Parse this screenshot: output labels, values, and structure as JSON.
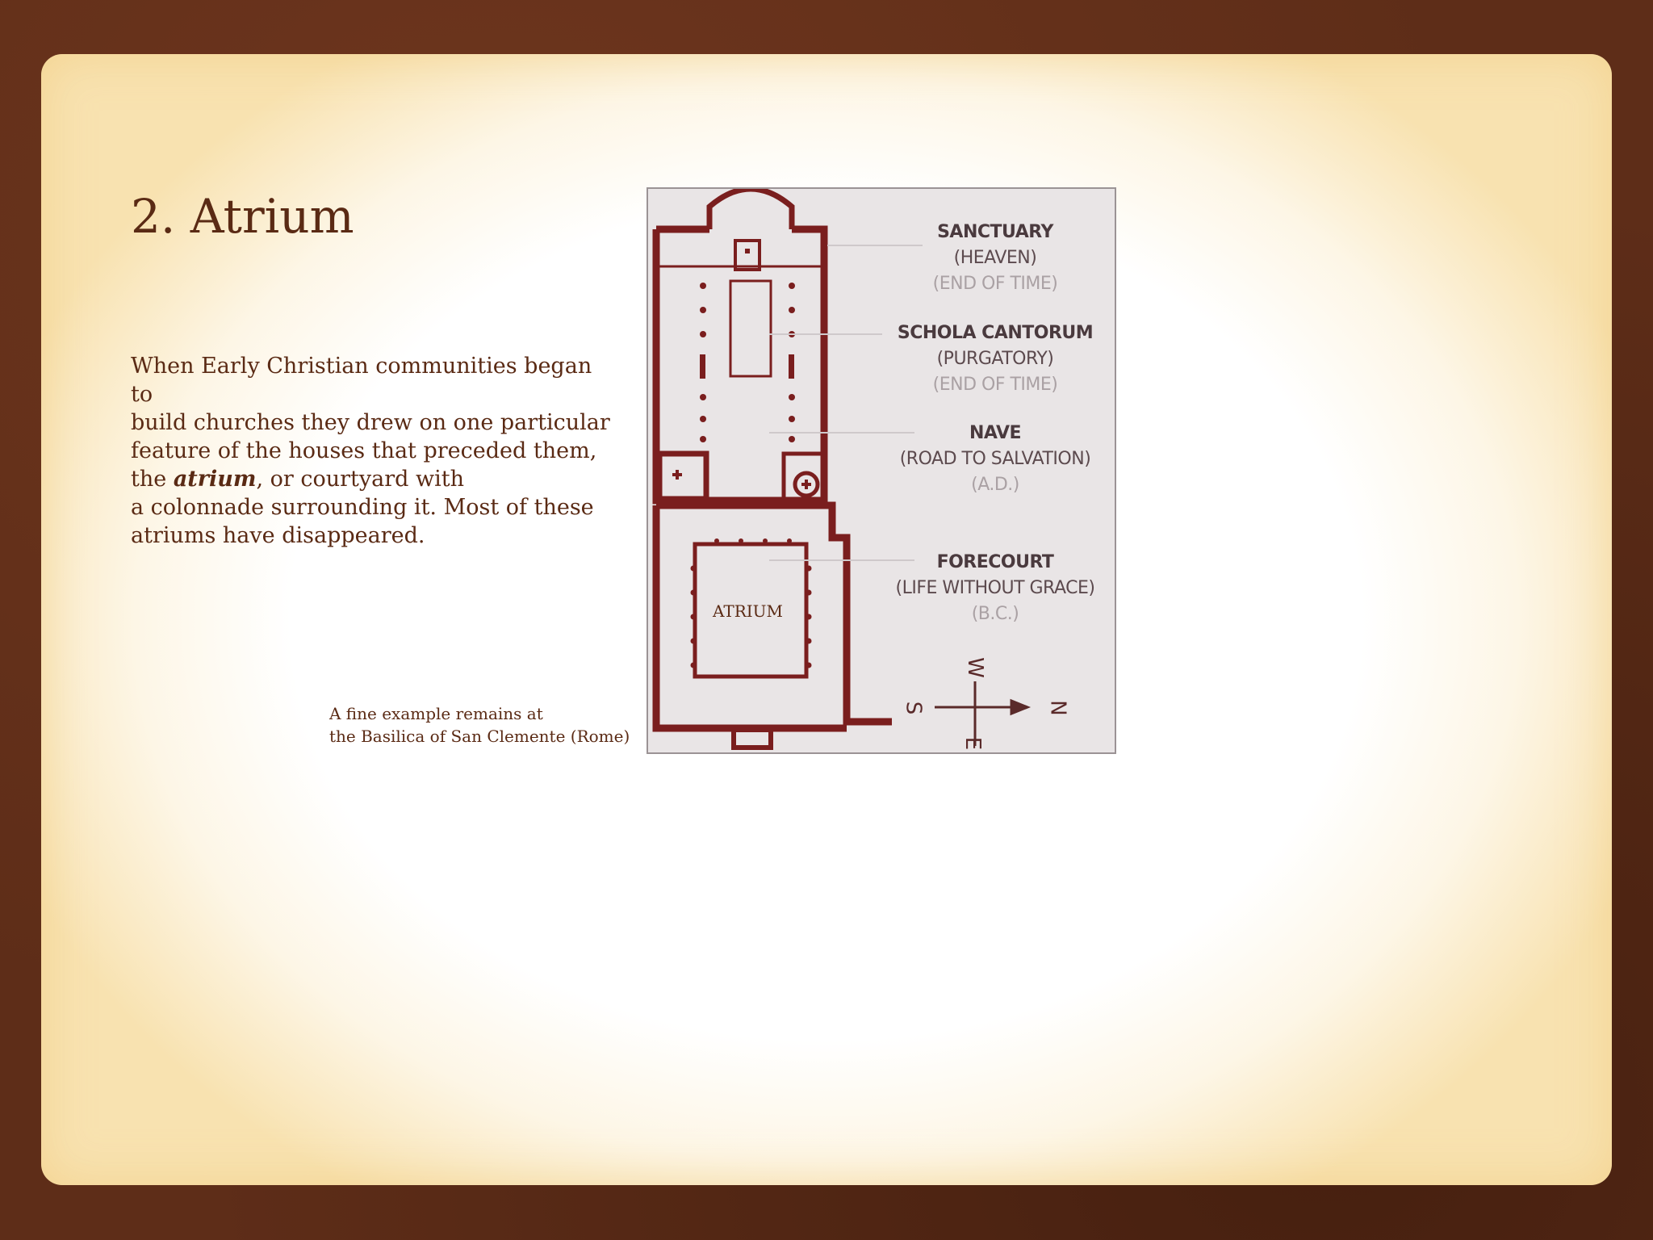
{
  "slide": {
    "title": "2. Atrium",
    "body": {
      "line1": "When Early Christian communities began to",
      "line2": "build churches they drew on one particular",
      "line3": "feature of the houses that preceded them,",
      "line4_pre": "the ",
      "line4_em": "atrium",
      "line4_post": ", or courtyard with",
      "line5": "a colonnade surrounding it. Most of these",
      "line6": "atriums have disappeared."
    },
    "caption": {
      "line1": "A fine example remains at",
      "line2": "the Basilica of San Clemente (Rome)"
    },
    "atrium_label": "ATRIUM"
  },
  "plan": {
    "labels": [
      {
        "main": "SANCTUARY",
        "sub": "(HEAVEN)",
        "meta": "(END OF TIME)"
      },
      {
        "main": "SCHOLA CANTORUM",
        "sub": "(PURGATORY)",
        "meta": "(END OF TIME)"
      },
      {
        "main": "NAVE",
        "sub": "(ROAD TO SALVATION)",
        "meta": "(A.D.)"
      },
      {
        "main": "FORECOURT",
        "sub": "(LIFE WITHOUT GRACE)",
        "meta": "(B.C.)"
      }
    ],
    "compass": {
      "north": "N",
      "south": "S",
      "west": "W",
      "east": "E"
    },
    "colors": {
      "walls": "#7a1e1e",
      "paper": "#e9e5e6",
      "arrow": "#cfc9cb"
    }
  }
}
